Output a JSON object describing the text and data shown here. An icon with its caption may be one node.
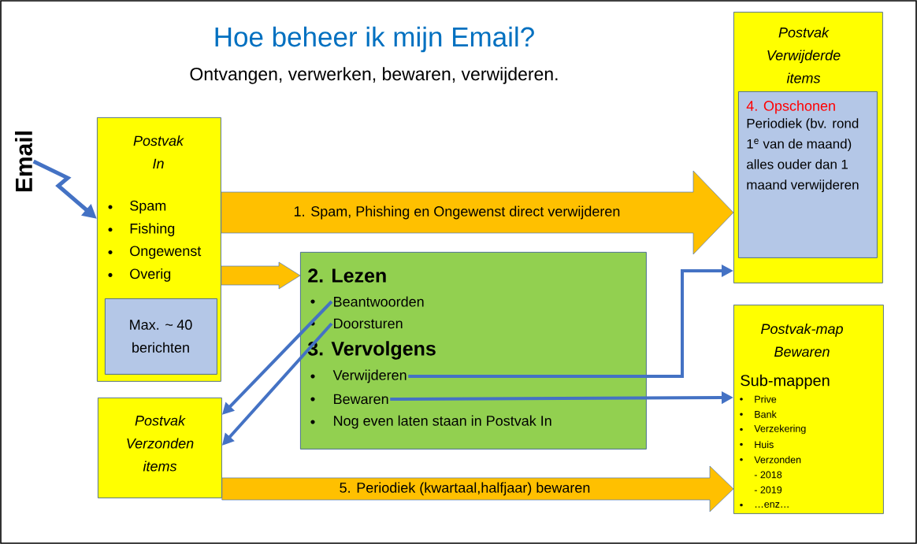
{
  "diagram": {
    "title": "Hoe beheer ik mijn Email?",
    "nodes": [
      {
        "text": [
          "Email"
        ]
      },
      {
        "text": [
          "Postvak In",
          "Spam",
          "Fishing",
          "Ongewenst",
          "Overig"
        ]
      },
      {
        "text": [
          "Max. ~ 40 berichten"
        ],
        "in": 1
      },
      {
        "text": [
          "Postvak Verwijderde items"
        ]
      },
      {
        "text": [
          "4. Opschonen",
          "Periodiek (bv. rond 1$^{e}$ van de maand) alles ouder dan 1 maand verwijderen"
        ],
        "in": 3
      },
      {
        "text": [
          "2. Lezen",
          "3. Vervolgens"
        ]
      },
      {
        "text": [
          "Beantwoorden"
        ],
        "in": 5
      },
      {
        "text": [
          "Doorsturen"
        ],
        "in": 5
      },
      {
        "text": [
          "Verwijderen"
        ],
        "in": 5
      },
      {
        "text": [
          "Bewaren"
        ],
        "in": 5
      },
      {
        "text": [
          "Nog even laten staan in Postvak In"
        ],
        "in": 5
      },
      {
        "text": [
          "Postvak Verzonden items"
        ]
      },
      {
        "text": [
          "Postvak-map Bewaren",
          "Sub-mappen",
          "Prive",
          "Bank",
          "Verzekering",
          "Huis",
          "Verzonden",
          "- 2018",
          "- 2019",
          "…enz…"
        ]
      }
    ],
    "edges": [
      {
        "from": 0,
        "to": 1,
        "arrow": "to"
      },
      {
        "from": 1,
        "to": 3,
        "arrow": "to",
        "label": "1. Spam, Phishing en Ongewenst direct verwijderen",
        "style": "thick",
        "color": "#ffc000"
      },
      {
        "from": 1,
        "to": 5,
        "arrow": "to",
        "style": "thick",
        "color": "#ffc000"
      },
      {
        "from": 6,
        "to": 11,
        "arrow": "to"
      },
      {
        "from": 7,
        "to": 11,
        "arrow": "to"
      },
      {
        "from": 8,
        "to": 3,
        "arrow": "to"
      },
      {
        "from": 9,
        "to": 12,
        "arrow": "to"
      },
      {
        "from": 11,
        "to": 12,
        "arrow": "to",
        "label": "5. Periodiek (kwartaal,halfjaar) bewaren",
        "style": "thick",
        "color": "#ffc000"
      }
    ],
    "labels": [
      "Ontvangen, verwerken, bewaren, verwijderen."
    ]
  }
}
